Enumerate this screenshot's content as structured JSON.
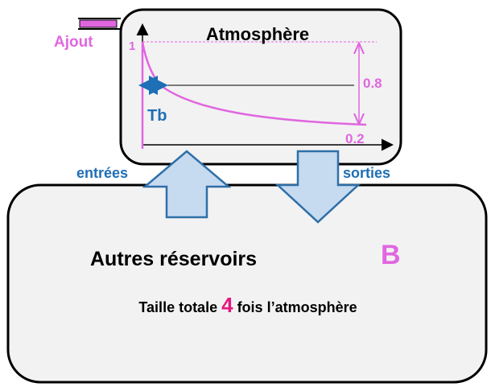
{
  "atmosphere": {
    "title": "Atmosphère",
    "input_label": "Ajout",
    "curve": {
      "start_value": "1",
      "end_value": "0.2",
      "drop_value": "0.8",
      "marker_label": "Tb"
    }
  },
  "flows": {
    "in_label": "entrées",
    "out_label": "sorties"
  },
  "reservoirs": {
    "title": "Autres réservoirs",
    "letter": "B",
    "size_prefix": "Taille totale ",
    "size_factor": "4",
    "size_suffix": " fois l’atmosphère"
  },
  "colors": {
    "magenta": "#e066e0",
    "blue": "#1e6fb5",
    "arrow_fill": "#c6daf0",
    "arrow_stroke": "#2e6fa8",
    "box_fill": "#f2f2f2",
    "factor_pink": "#e6177f"
  }
}
